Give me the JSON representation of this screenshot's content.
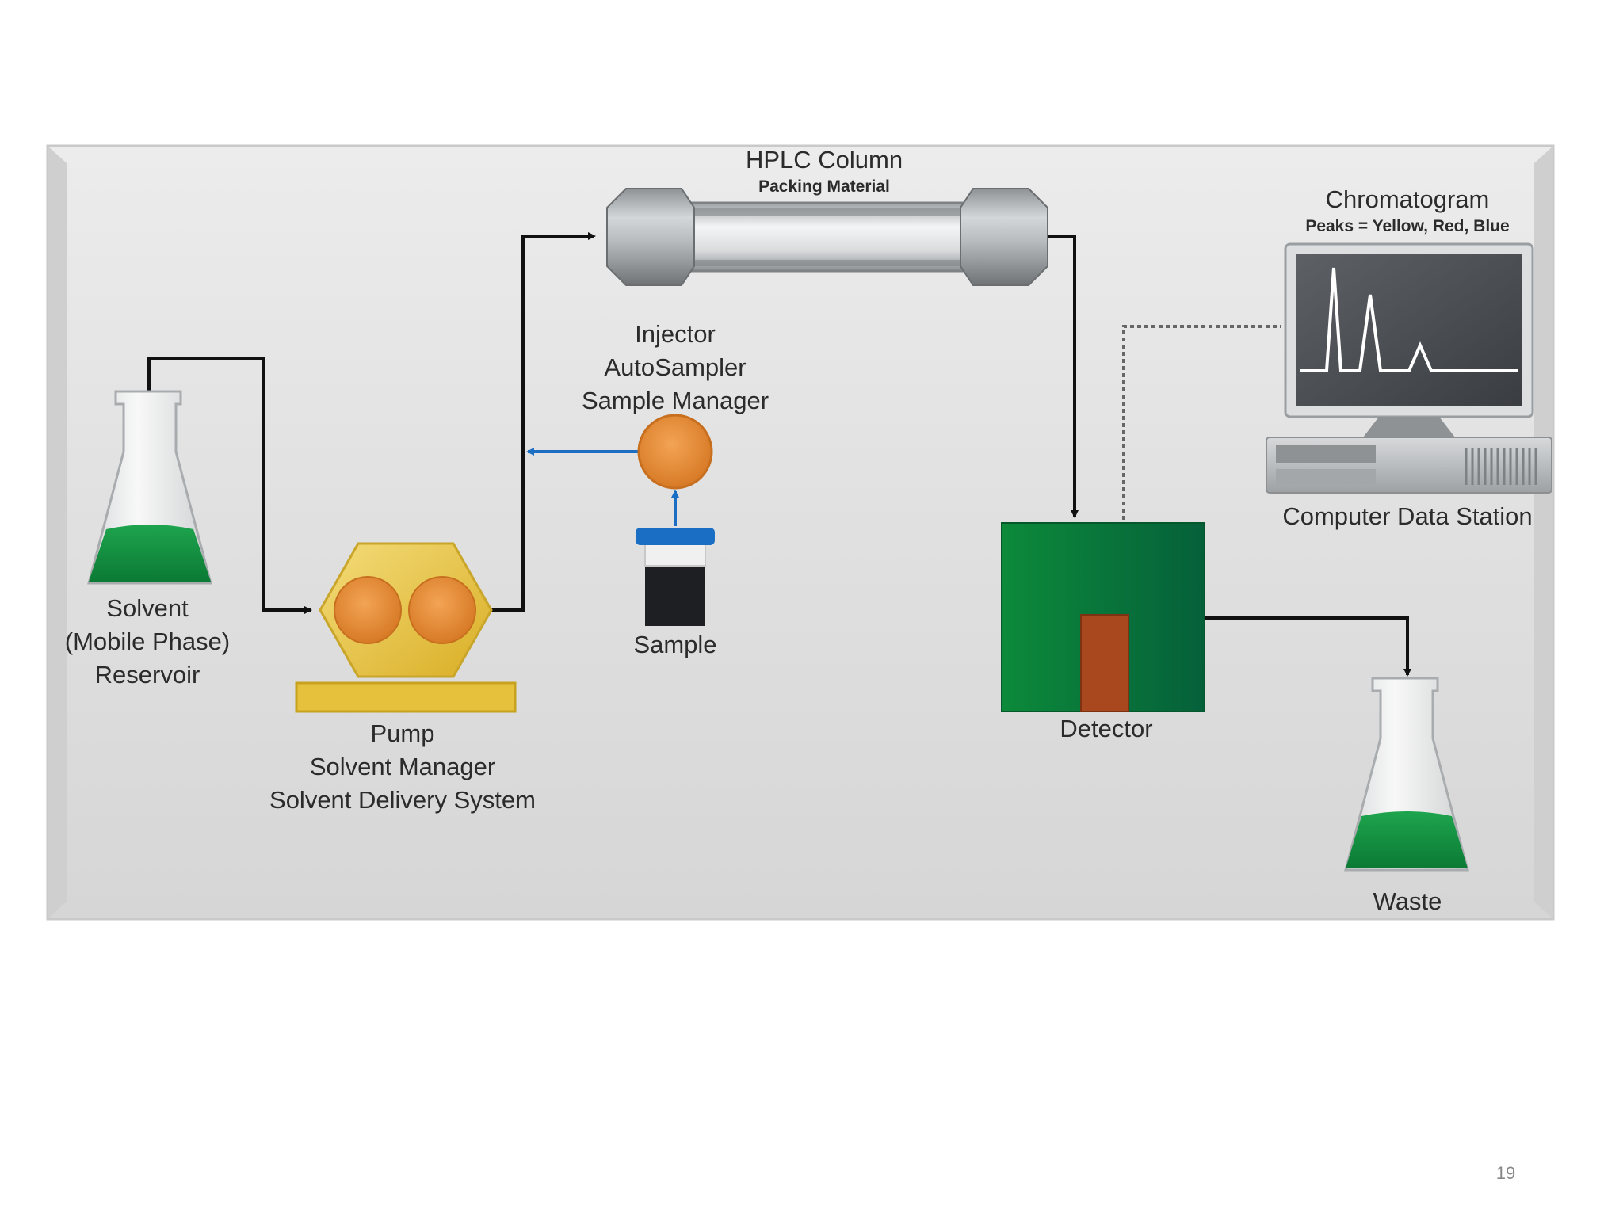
{
  "labels": {
    "column_title": "HPLC Column",
    "column_subtitle": "Packing Material",
    "chromatogram_title": "Chromatogram",
    "chromatogram_subtitle": "Peaks = Yellow, Red, Blue",
    "computer": "Computer Data Station",
    "injector": [
      "Injector",
      "AutoSampler",
      "Sample Manager"
    ],
    "solvent": [
      "Solvent",
      "(Mobile Phase)",
      "Reservoir"
    ],
    "sample": "Sample",
    "pump": [
      "Pump",
      "Solvent Manager",
      "Solvent Delivery System"
    ],
    "detector": "Detector",
    "waste": "Waste"
  },
  "page_number": "19",
  "colors": {
    "panel": "#e2e2e2",
    "liquid": "#0f8a3c",
    "pump": "#e8c33a",
    "pump_rotor": "#e88a34",
    "detector": "#0b7a34",
    "detector_cell": "#a9481e",
    "sample_flow": "#1a6fc4",
    "flow": "#111111"
  }
}
